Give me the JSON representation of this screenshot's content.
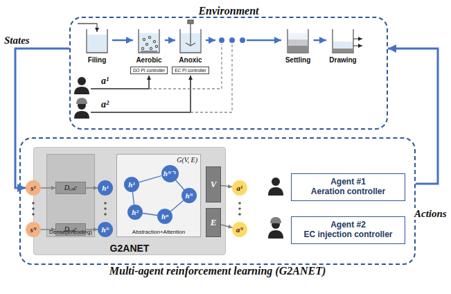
{
  "diagram": {
    "nodes": [
      {
        "text": [
          "Environment"
        ]
      },
      {
        "text": [
          "Filing"
        ],
        "in": 0
      },
      {
        "text": [
          "Aerobic"
        ],
        "in": 0
      },
      {
        "text": [
          "Anoxic"
        ],
        "in": 0
      },
      {
        "text": [
          "Settling"
        ],
        "in": 0
      },
      {
        "text": [
          "Drawing"
        ],
        "in": 0
      },
      {
        "text": [
          "DO PI controller"
        ],
        "in": 0
      },
      {
        "text": [
          "EC PI controller"
        ],
        "in": 0
      },
      {
        "text": [
          "Multi-agent reinforcement learning (G2ANET)"
        ]
      },
      {
        "text": [
          "s¹"
        ],
        "in": 8
      },
      {
        "text": [
          "sᴺ"
        ],
        "in": 8
      },
      {
        "text": [
          "G2ANET"
        ],
        "in": 8
      },
      {
        "text": [
          "Dense(Encoding)"
        ],
        "in": 11
      },
      {
        "text": [
          "Dₑₙc"
        ],
        "in": 12
      },
      {
        "text": [
          "Dₑₙc"
        ],
        "in": 12
      },
      {
        "text": [
          "h¹"
        ],
        "in": 11
      },
      {
        "text": [
          "hᴺ"
        ],
        "in": 11
      },
      {
        "text": [
          "G(V, E)",
          "Abstraction+Attention"
        ],
        "in": 11
      },
      {
        "text": [
          "h¹"
        ],
        "in": 17
      },
      {
        "text": [
          "hᴺ⁻¹"
        ],
        "in": 17
      },
      {
        "text": [
          "h²"
        ],
        "in": 17
      },
      {
        "text": [
          "hⁿ"
        ],
        "in": 17
      },
      {
        "text": [
          "hᴺ"
        ],
        "in": 17
      },
      {
        "text": [
          "V"
        ],
        "in": 11
      },
      {
        "text": [
          "E"
        ],
        "in": 11
      },
      {
        "text": [
          "a¹"
        ],
        "in": 8
      },
      {
        "text": [
          "aᴺ"
        ],
        "in": 8
      },
      {
        "text": [
          "Agent #1",
          "Aeration controller"
        ],
        "in": 8
      },
      {
        "text": [
          "Agent #2",
          "EC injection controller"
        ],
        "in": 8
      }
    ],
    "edges": [
      {
        "from": 1,
        "to": 2,
        "arrow": "to"
      },
      {
        "from": 2,
        "to": 3,
        "arrow": "to"
      },
      {
        "from": 4,
        "to": 5,
        "arrow": "to"
      },
      {
        "from": 0,
        "to": 9,
        "label": "States",
        "arrow": "to"
      },
      {
        "from": 9,
        "to": 13,
        "arrow": "to"
      },
      {
        "from": 13,
        "to": 15,
        "arrow": "to"
      },
      {
        "from": 10,
        "to": 14,
        "arrow": "to"
      },
      {
        "from": 14,
        "to": 16,
        "arrow": "to"
      },
      {
        "from": 18,
        "to": 19,
        "arrow": "none"
      },
      {
        "from": 18,
        "to": 20,
        "arrow": "none"
      },
      {
        "from": 20,
        "to": 21,
        "arrow": "none"
      },
      {
        "from": 19,
        "to": 22,
        "arrow": "none"
      },
      {
        "from": 21,
        "to": 22,
        "arrow": "none"
      },
      {
        "from": 23,
        "to": 25,
        "arrow": "to"
      },
      {
        "from": 24,
        "to": 26,
        "arrow": "to"
      },
      {
        "from": 8,
        "to": 0,
        "label": "Actions",
        "arrow": "to"
      }
    ],
    "labels": [
      "a¹",
      "a²"
    ]
  }
}
